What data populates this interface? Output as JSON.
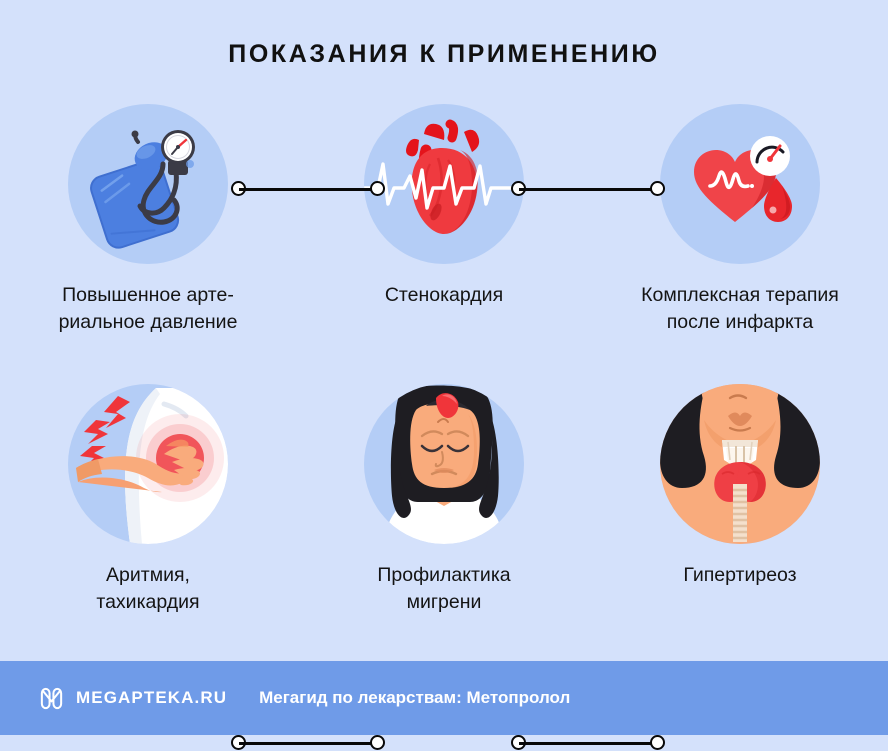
{
  "page": {
    "title": "ПОКАЗАНИЯ К ПРИМЕНЕНИЮ",
    "background_color": "#d4e1fb",
    "circle_color": "#b4cdf6",
    "text_color": "#141414"
  },
  "items": [
    {
      "id": "high-blood-pressure",
      "label": "Повышенное арте-\nриальное давление",
      "icon": "blood-pressure-monitor-icon"
    },
    {
      "id": "angina",
      "label": "Стенокардия",
      "icon": "anatomical-heart-ecg-icon"
    },
    {
      "id": "post-infarction-therapy",
      "label": "Комплексная терапия\nпосле инфаркта",
      "icon": "heart-gauge-blood-drop-icon"
    },
    {
      "id": "arrhythmia-tachycardia",
      "label": "Аритмия,\nтахикардия",
      "icon": "chest-pain-icon"
    },
    {
      "id": "migraine-prevention",
      "label": "Профилактика\nмигрени",
      "icon": "woman-headache-icon"
    },
    {
      "id": "hyperthyroidism",
      "label": "Гипертиреоз",
      "icon": "thyroid-gland-icon"
    }
  ],
  "footer": {
    "logo_icon": "megapteka-m-logo-icon",
    "brand": "MEGAPTEKA.RU",
    "caption": "Мегагид по лекарствам: Метопролол",
    "background_color": "#6f9be8",
    "text_color": "#ffffff"
  }
}
